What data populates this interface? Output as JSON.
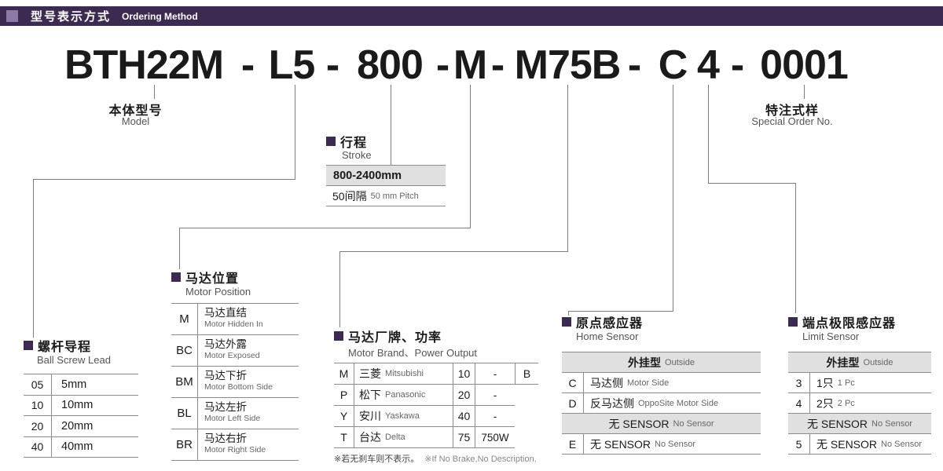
{
  "colors": {
    "purple_dark": "#3c2a50",
    "purple_light": "#8a7aa8",
    "row_shade": "#e0e0e0",
    "line": "#7d7d7d"
  },
  "header": {
    "cn": "型号表示方式",
    "en": "Ordering Method"
  },
  "code": {
    "parts": [
      "BTH22M",
      "-",
      "L5",
      "-",
      "800",
      "-",
      "M",
      "-",
      "M75B",
      "-",
      "C",
      "4",
      "-",
      "0001"
    ]
  },
  "model_label": {
    "cn": "本体型号",
    "en": "Model"
  },
  "special_label": {
    "cn": "特注式样",
    "en": "Special Order No."
  },
  "stroke": {
    "cn": "行程",
    "en": "Stroke",
    "range": "800-2400mm",
    "pitch_cn": "50间隔",
    "pitch_en": "50 mm Pitch"
  },
  "lead": {
    "cn": "螺杆导程",
    "en": "Ball Screw Lead",
    "rows": [
      {
        "code": "05",
        "val": "5mm"
      },
      {
        "code": "10",
        "val": "10mm"
      },
      {
        "code": "20",
        "val": "20mm"
      },
      {
        "code": "40",
        "val": "40mm"
      }
    ]
  },
  "position": {
    "cn": "马达位置",
    "en": "Motor Position",
    "rows": [
      {
        "code": "M",
        "cn": "马达直结",
        "en": "Motor Hidden In"
      },
      {
        "code": "BC",
        "cn": "马达外露",
        "en": "Motor Exposed"
      },
      {
        "code": "BM",
        "cn": "马达下折",
        "en": "Motor Bottom Side"
      },
      {
        "code": "BL",
        "cn": "马达左折",
        "en": "Motor Left Side"
      },
      {
        "code": "BR",
        "cn": "马达右折",
        "en": "Motor Right Side"
      }
    ]
  },
  "brand": {
    "cn": "马达厂牌、功率",
    "en": "Motor Brand、Power Output",
    "rows": [
      {
        "code": "M",
        "cn": "三菱",
        "en": "Mitsubishi",
        "pcode": "10",
        "pval": "-"
      },
      {
        "code": "P",
        "cn": "松下",
        "en": "Panasonic",
        "pcode": "20",
        "pval": "-"
      },
      {
        "code": "Y",
        "cn": "安川",
        "en": "Yaskawa",
        "pcode": "40",
        "pval": "-"
      },
      {
        "code": "T",
        "cn": "台达",
        "en": "Delta",
        "pcode": "75",
        "pval": "750W"
      }
    ],
    "brake_code": "B",
    "note_cn": "※若无刹车则不表示。",
    "note_en": "※If No Brake,No Description."
  },
  "home": {
    "cn": "原点感应器",
    "en": "Home Sensor",
    "head_cn": "外挂型",
    "head_en": "Outside",
    "rows": [
      {
        "code": "C",
        "cn": "马达侧",
        "en": "Motor Side"
      },
      {
        "code": "D",
        "cn": "反马达侧",
        "en": "OppoSite Motor Side"
      }
    ],
    "none_cn": "无 SENSOR",
    "none_en": "No Sensor",
    "e_code": "E",
    "e_cn": "无 SENSOR",
    "e_en": "No Sensor"
  },
  "limit": {
    "cn": "端点极限感应器",
    "en": "Limit Sensor",
    "head_cn": "外挂型",
    "head_en": "Outside",
    "rows": [
      {
        "code": "3",
        "cn": "1只",
        "en": "1 Pc"
      },
      {
        "code": "4",
        "cn": "2只",
        "en": "2 Pc"
      }
    ],
    "none_cn": "无 SENSOR",
    "none_en": "No Sensor",
    "r5_code": "5",
    "r5_cn": "无 SENSOR",
    "r5_en": "No Sensor"
  }
}
